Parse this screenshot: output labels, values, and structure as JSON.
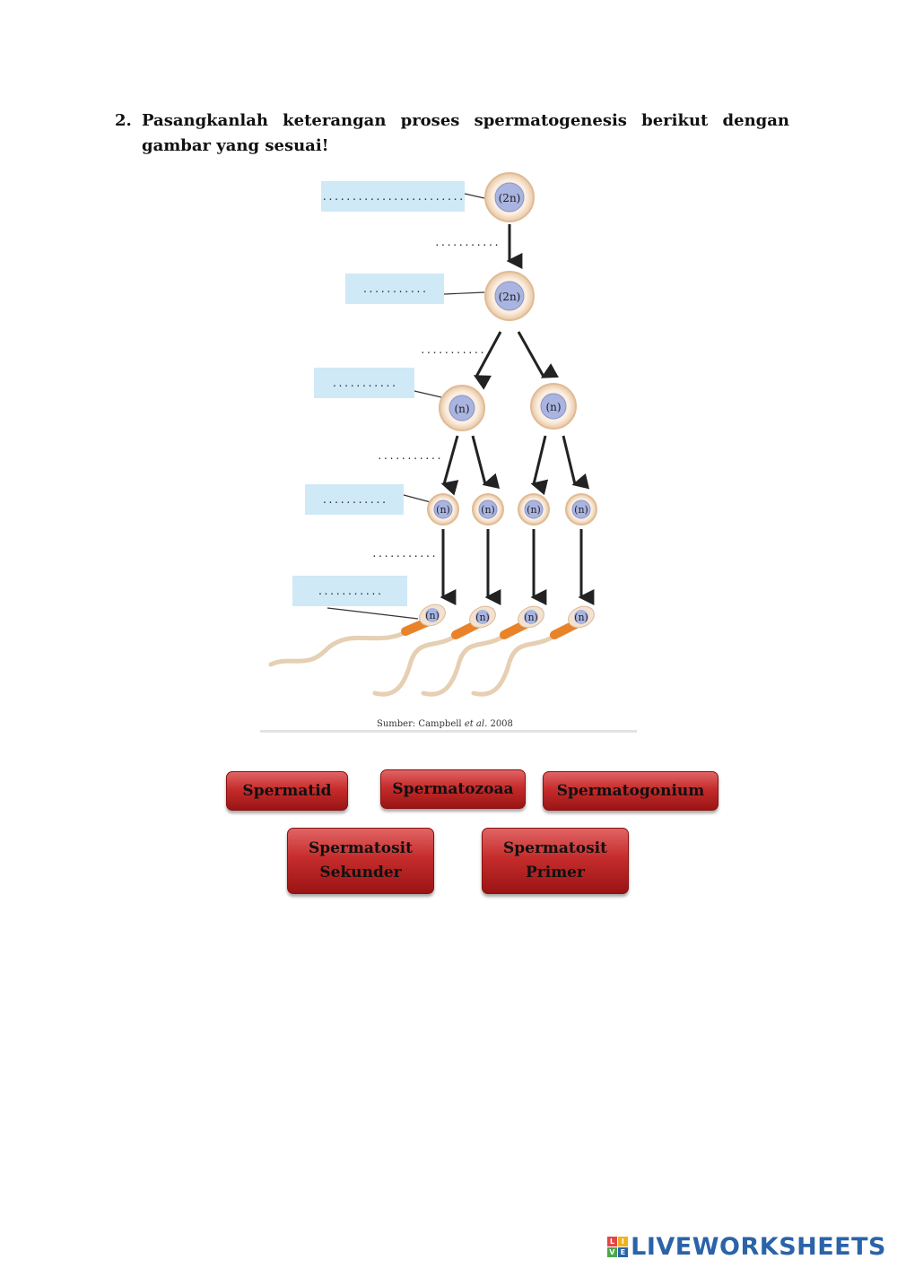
{
  "question": {
    "number": "2.",
    "text": "Pasangkanlah keterangan proses spermatogenesis berikut dengan gambar yang sesuai!"
  },
  "figure": {
    "cells": {
      "diploid": "(2n)",
      "haploid": "(n)"
    },
    "label_boxes": [
      "........................",
      "...........",
      "...........",
      "...........",
      "..........."
    ],
    "process_dots": [
      "...........",
      "...........",
      "...........",
      "..........."
    ],
    "source_prefix": "Sumber: Campbell ",
    "source_italic": "et al.",
    "source_year": " 2008",
    "colors": {
      "label_box": "#cfe9f7",
      "cell_membrane": "#f6e6d6",
      "nucleus": "#a9b4e0",
      "midpiece": "#e8832a",
      "tail": "#f1dcc0"
    }
  },
  "chips": {
    "spermatid": "Spermatid",
    "spermatozoa": "Spermatozoaa",
    "spermatogonium": "Spermatogonium",
    "sekunder_line1": "Spermatosit",
    "sekunder_line2": "Sekunder",
    "primer_line1": "Spermatosit",
    "primer_line2": "Primer"
  },
  "brand": {
    "logo_letters": [
      "L",
      "I",
      "V",
      "E"
    ],
    "name": "LIVEWORKSHEETS"
  }
}
